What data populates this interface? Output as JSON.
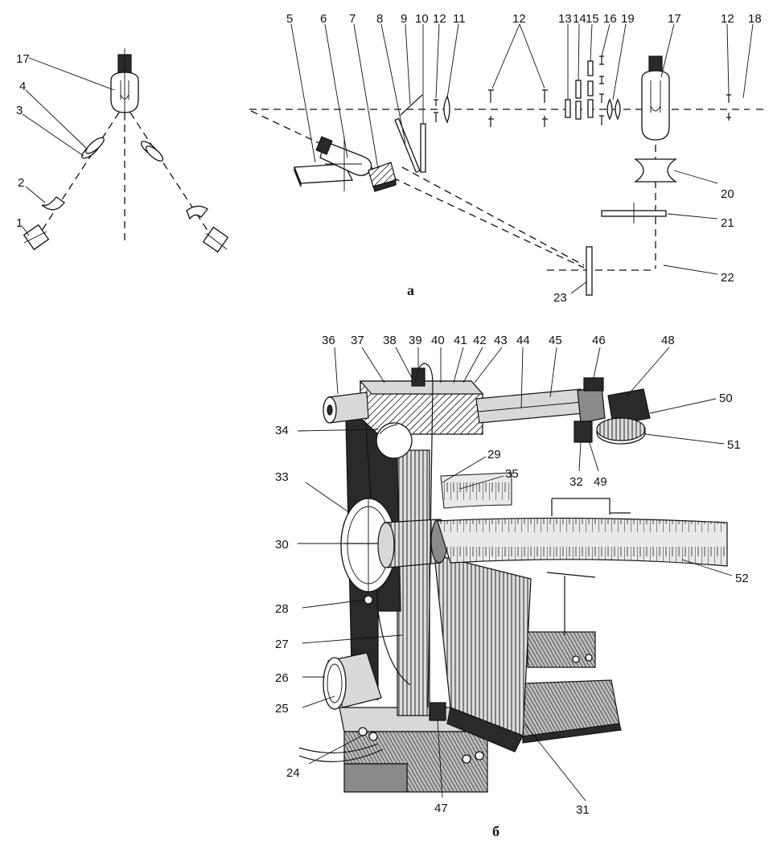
{
  "labels": {
    "l1": "1",
    "l2": "2",
    "l3": "3",
    "l4": "4",
    "l17a": "17",
    "t5": "5",
    "t6": "6",
    "t7": "7",
    "t8": "8",
    "t9": "9",
    "t10": "10",
    "t12a": "12",
    "t11": "11",
    "t12b": "12",
    "t13": "13",
    "t14": "14",
    "t15": "15",
    "t16": "16",
    "t19": "19",
    "t17": "17",
    "t12c": "12",
    "t18": "18",
    "r20": "20",
    "r21": "21",
    "r22": "22",
    "r23": "23",
    "caption_a": "а",
    "b36": "36",
    "b37": "37",
    "b38": "38",
    "b39": "39",
    "b40": "40",
    "b41": "41",
    "b42": "42",
    "b43": "43",
    "b44": "44",
    "b45": "45",
    "b46": "46",
    "b48": "48",
    "b50": "50",
    "b51": "51",
    "b34": "34",
    "b29": "29",
    "b35": "35",
    "b32": "32",
    "b49": "49",
    "b33": "33",
    "b30": "30",
    "b52": "52",
    "b28": "28",
    "b27": "27",
    "b26": "26",
    "b25": "25",
    "b24": "24",
    "b47": "47",
    "b31": "31",
    "caption_b": "б"
  }
}
